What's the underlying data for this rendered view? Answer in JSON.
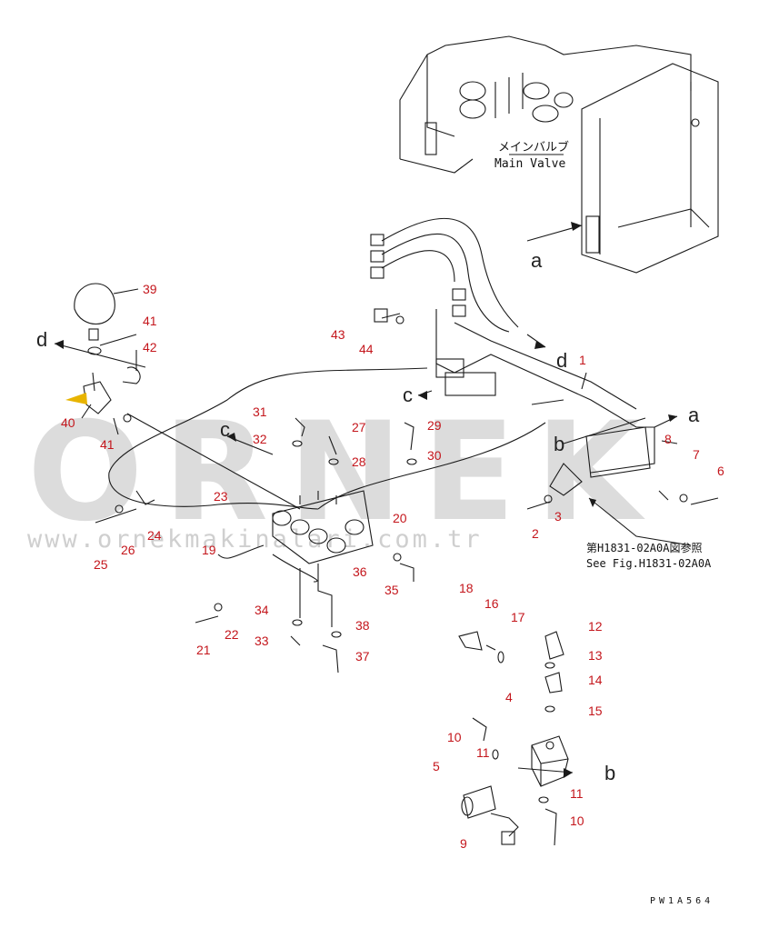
{
  "watermark": {
    "brand": "ORNEK",
    "url": "www.ornekmakinalari.com.tr"
  },
  "labels": {
    "main_valve_jp": "メインバルブ",
    "main_valve_en": "Main Valve",
    "see_fig_jp": "第H1831-02A0A図参照",
    "see_fig_en": "See Fig.H1831-02A0A",
    "drawing_code": "PW1A564"
  },
  "arrow_letters": {
    "a_top": "a",
    "a_right": "a",
    "b_middle": "b",
    "b_bottom": "b",
    "c_top": "c",
    "c_middle": "c",
    "d_left": "d",
    "d_right": "d"
  },
  "part_numbers": [
    "1",
    "2",
    "3",
    "4",
    "5",
    "6",
    "7",
    "8",
    "9",
    "10",
    "10",
    "11",
    "11",
    "12",
    "13",
    "14",
    "15",
    "16",
    "17",
    "18",
    "19",
    "20",
    "21",
    "22",
    "23",
    "24",
    "25",
    "26",
    "27",
    "28",
    "29",
    "30",
    "31",
    "32",
    "33",
    "34",
    "35",
    "36",
    "37",
    "38",
    "39",
    "40",
    "41",
    "41",
    "42",
    "43",
    "44"
  ],
  "colors": {
    "callout": "#c4161c",
    "linework": "#1a1a1a",
    "watermark": "#dcdcdc",
    "accent": "#e8b400"
  }
}
